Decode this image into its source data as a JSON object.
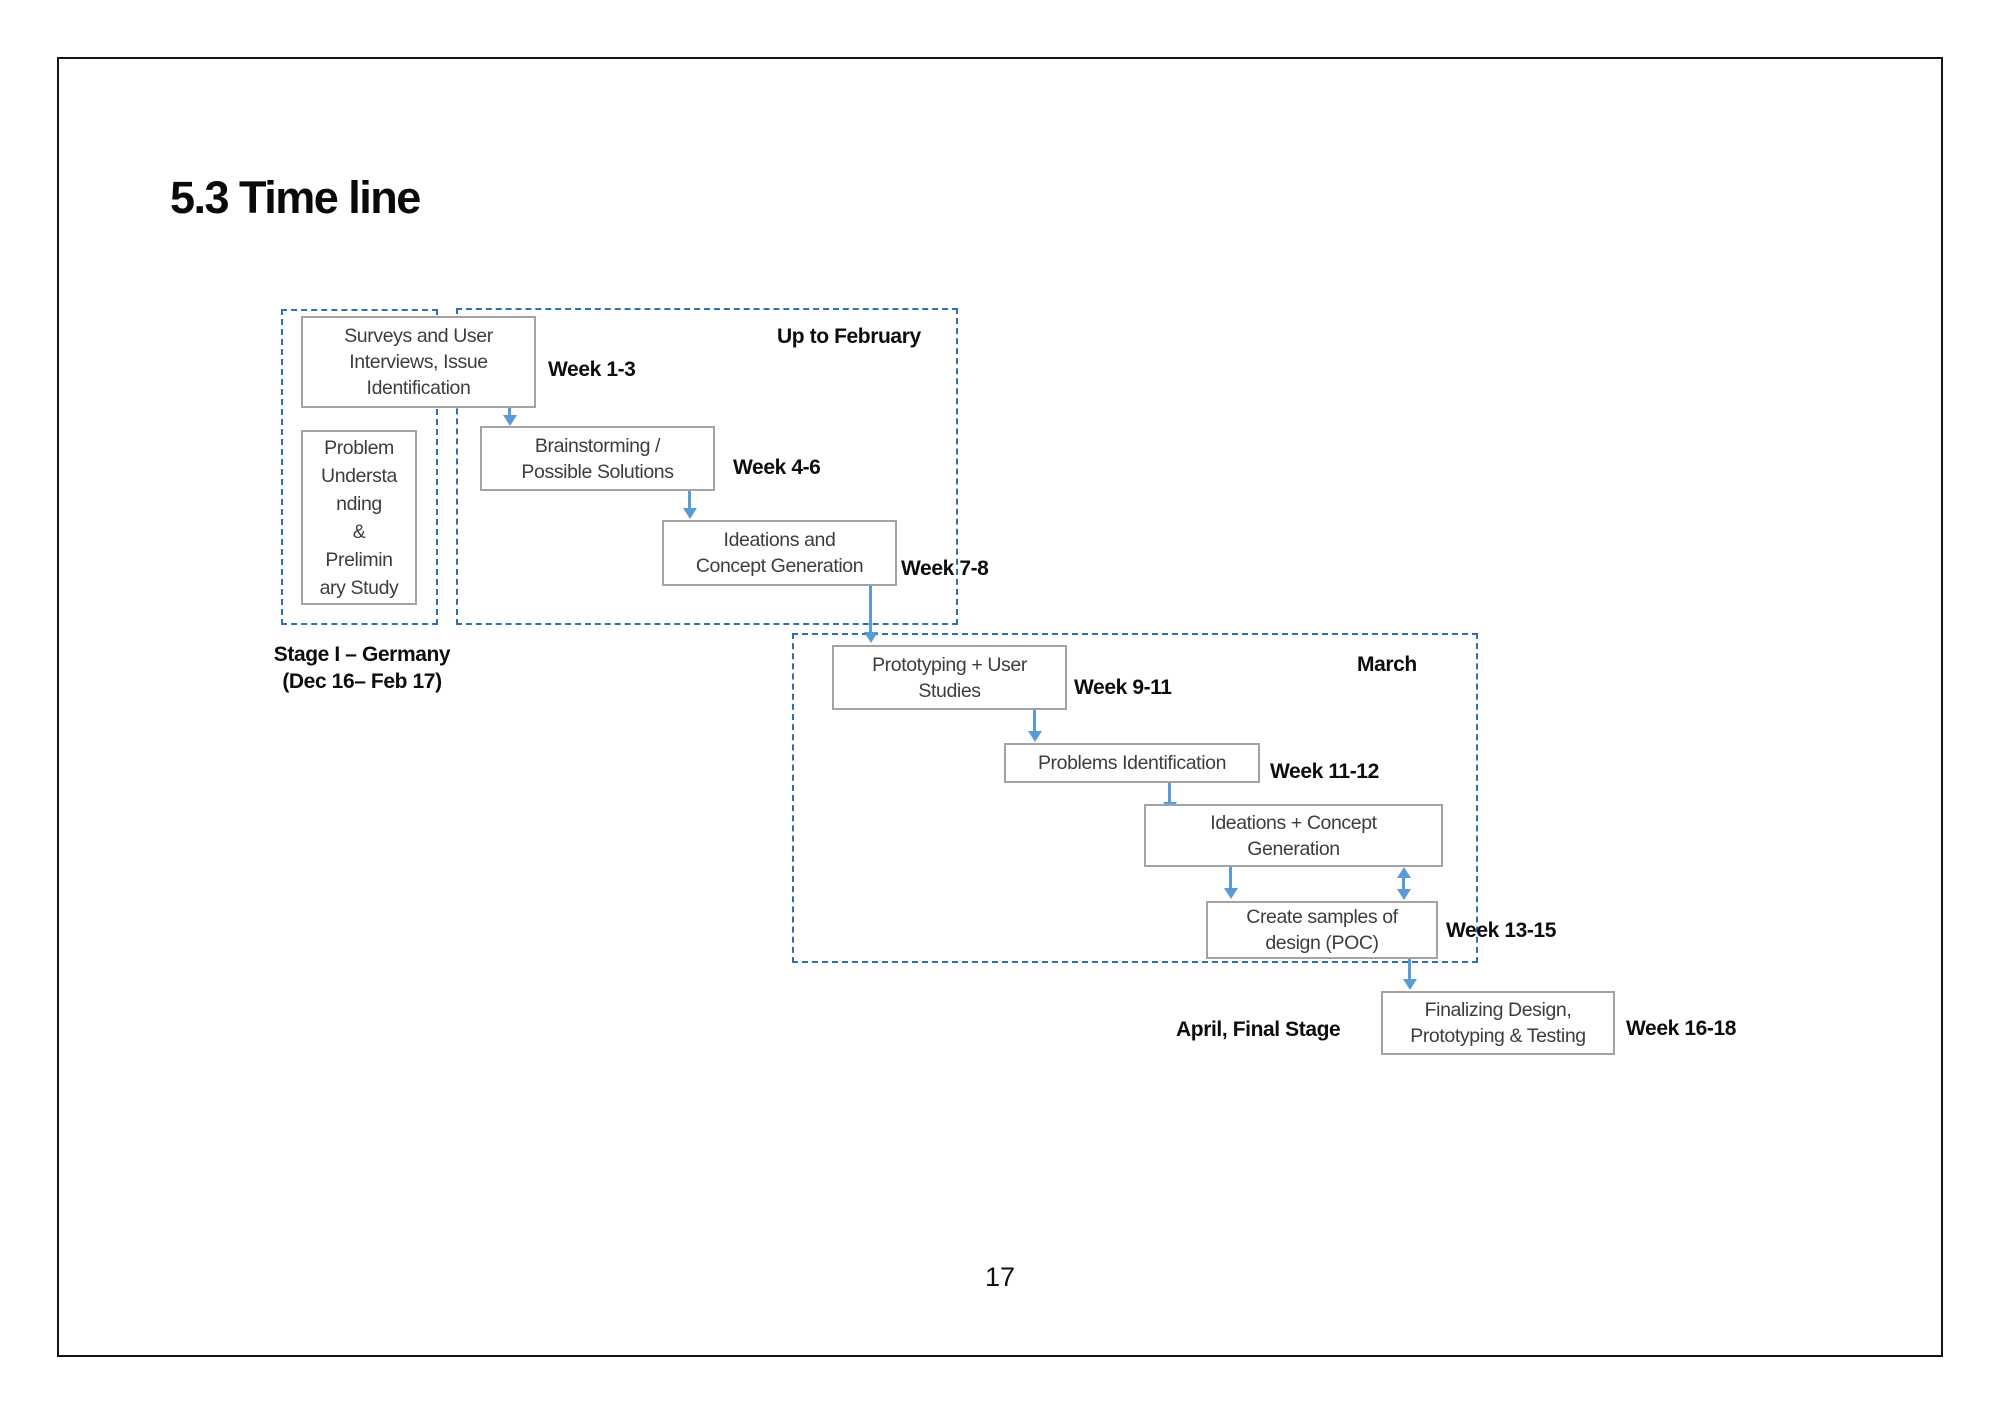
{
  "page": {
    "title": "5.3 Time line",
    "page_number": "17"
  },
  "colors": {
    "dashed_border": "#2E6FB5",
    "arrow": "#5B9BD5",
    "box_border": "#A3A3A3",
    "box_text": "#3D3D3D",
    "label_text": "#0D0D0D"
  },
  "labels": {
    "up_to_february": "Up to February",
    "march": "March",
    "april_final_stage": "April, Final Stage",
    "stage1_caption": "Stage I – Germany\n(Dec 16– Feb 17)"
  },
  "boxes": {
    "surveys": "Surveys and User\nInterviews, Issue\nIdentification",
    "problem": "Problem\nUndersta\nnding\n&\nPrelimin\nary Study",
    "brainstorming": "Brainstorming /\nPossible Solutions",
    "ideations1": "Ideations and\nConcept Generation",
    "prototyping": "Prototyping + User\nStudies",
    "problems_id": "Problems Identification",
    "ideations2": "Ideations + Concept\nGeneration",
    "samples": "Create samples of\ndesign (POC)",
    "finalizing": "Finalizing Design,\nPrototyping & Testing"
  },
  "weeks": {
    "w1_3": "Week 1-3",
    "w4_6": "Week 4-6",
    "w7_8": "Week 7-8",
    "w9_11": "Week 9-11",
    "w11_12": "Week 11-12",
    "w13_15": "Week 13-15",
    "w16_18": "Week 16-18"
  }
}
